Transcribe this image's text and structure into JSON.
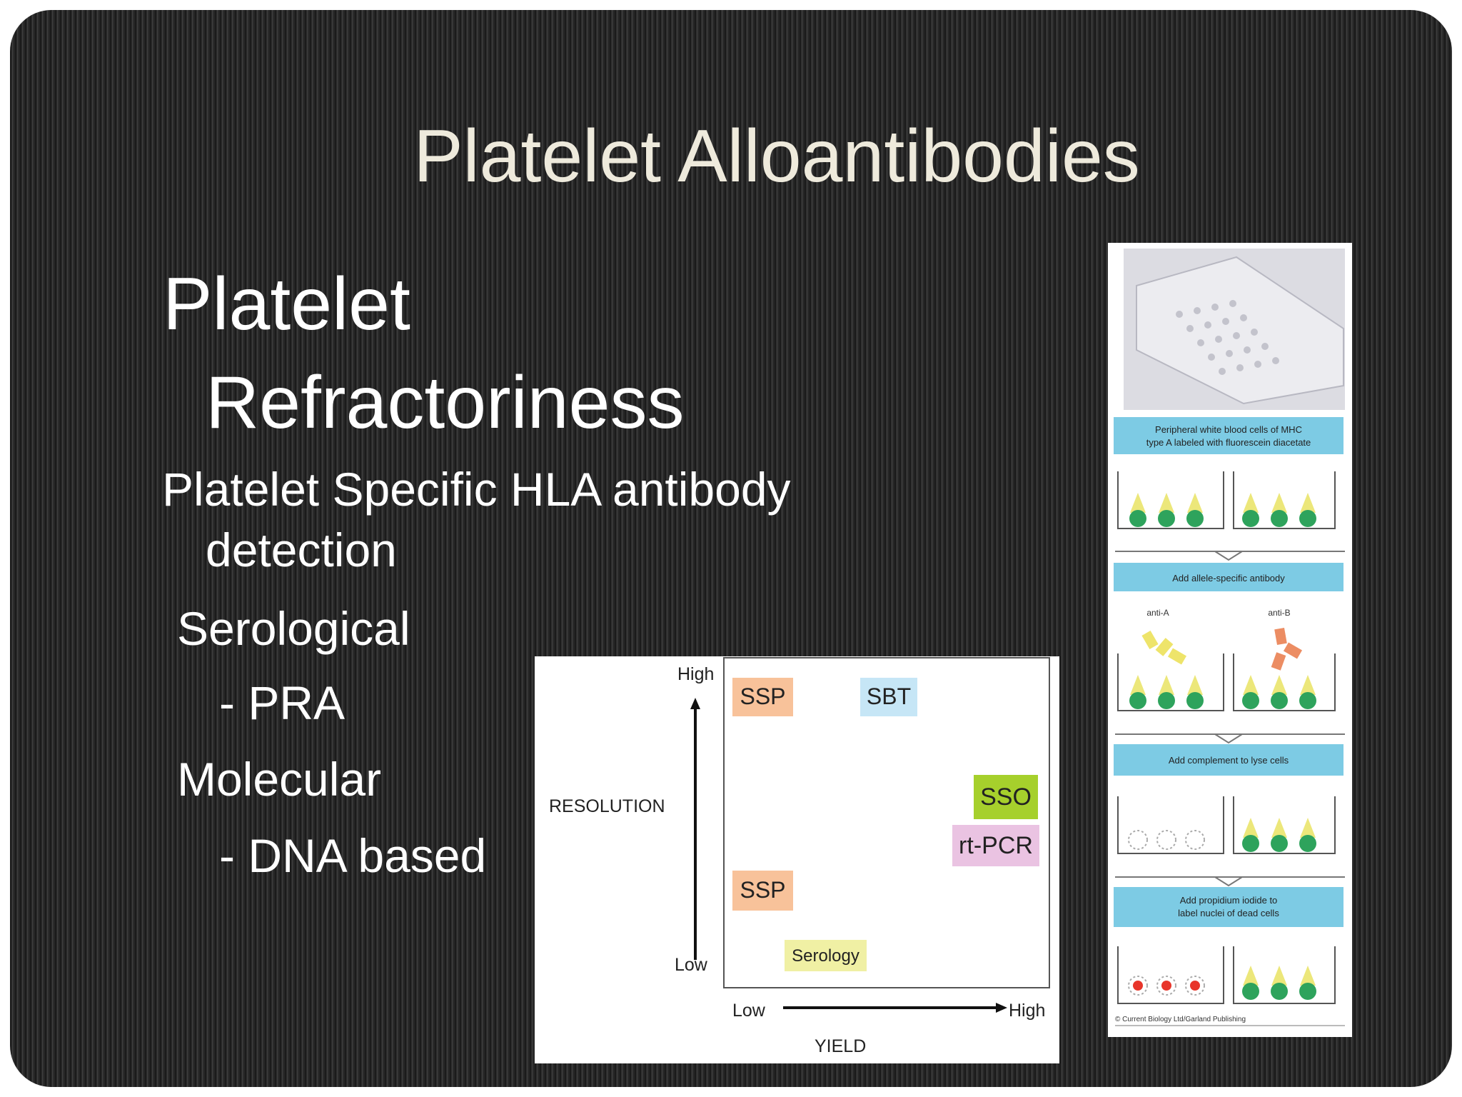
{
  "slide": {
    "title": "Platelet Alloantibodies",
    "heading_line1": "Platelet",
    "heading_line2": "Refractoriness",
    "bullet1_line1": "Platelet Specific HLA antibody",
    "bullet1_line2": "detection",
    "serological": "Serological",
    "pra": "- PRA",
    "molecular": "Molecular",
    "dna_based": "- DNA based"
  },
  "chart": {
    "y_axis_label": "RESOLUTION",
    "x_axis_label": "YIELD",
    "y_high": "High",
    "y_low": "Low",
    "x_low": "Low",
    "x_high": "High",
    "boxes": [
      {
        "label": "SSP",
        "color": "#f8c29a"
      },
      {
        "label": "SBT",
        "color": "#c6e6f6"
      },
      {
        "label": "SSO",
        "color": "#a6d02c"
      },
      {
        "label": "rt-PCR",
        "color": "#eac3e2"
      },
      {
        "label": "SSP",
        "color": "#f8c29a"
      },
      {
        "label": "Serology",
        "color": "#f0f0a4"
      }
    ]
  },
  "figure": {
    "step1": [
      "Peripheral white blood cells of MHC",
      "type A labeled with fluorescein diacetate"
    ],
    "step2": "Add allele-specific antibody",
    "anti_a": "anti-A",
    "anti_b": "anti-B",
    "step3": "Add complement to lyse cells",
    "step4": [
      "Add propidium iodide to",
      "label nuclei of dead cells"
    ],
    "credit": "© Current Biology Ltd/Garland Publishing",
    "colors": {
      "band": "#7dcbe4",
      "cell_green": "#2ea35c",
      "cell_red": "#e8352a",
      "antigen": "#ece77a",
      "anti_a": "#eee46a",
      "anti_b": "#ec8d63"
    }
  }
}
